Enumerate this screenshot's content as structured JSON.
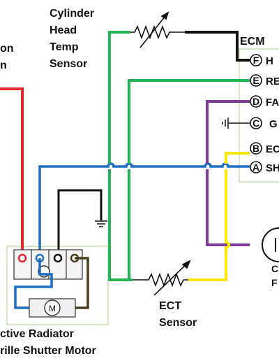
{
  "labels": {
    "ignition_partial": [
      "on",
      "n"
    ],
    "cht_sensor": [
      "Cylinder",
      "Head",
      "Temp",
      "Sensor"
    ],
    "ecm": "ECM",
    "ect_sensor": [
      "ECT",
      "Sensor"
    ],
    "shutter_motor": [
      "ctive Radiator",
      "rille Shutter Motor"
    ],
    "motor_symbol": "M",
    "fan_partial": [
      "C",
      "F"
    ]
  },
  "ecm_pins": [
    {
      "letter": "F",
      "name": "H"
    },
    {
      "letter": "E",
      "name": "RE"
    },
    {
      "letter": "D",
      "name": "FA"
    },
    {
      "letter": "C",
      "name": "G"
    },
    {
      "letter": "B",
      "name": "EC"
    },
    {
      "letter": "A",
      "name": "SH"
    }
  ],
  "colors": {
    "power": "#e8262a",
    "signal": "#1e6fc3",
    "sensor": "#22b455",
    "fan": "#7d3aa3",
    "feedback": "#ffe600",
    "black": "#111111",
    "ground_brown": "#4a3f1c",
    "box_outline": "#c8dfb0"
  }
}
